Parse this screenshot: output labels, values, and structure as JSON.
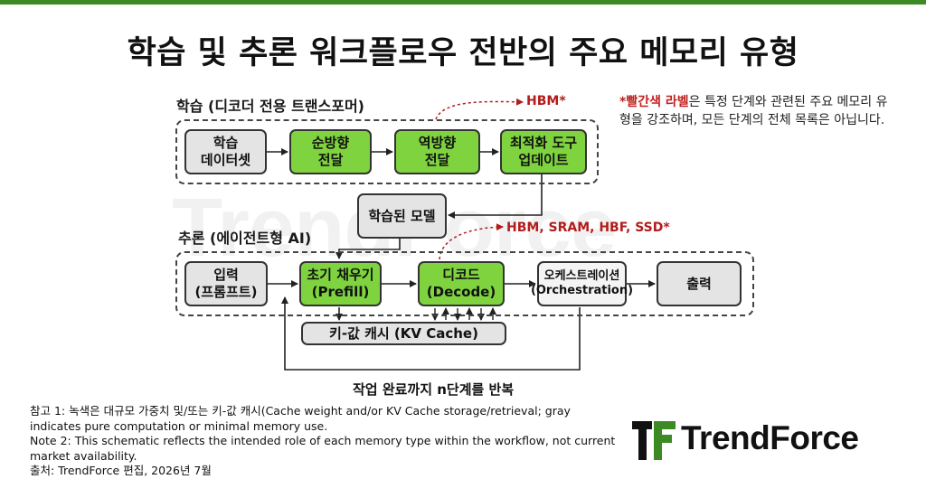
{
  "title": "학습 및 추론 워크플로우 전반의 주요 메모리 유형",
  "training": {
    "label": "학습 (디코더 전용 트랜스포머)",
    "memory_label": "HBM*",
    "boxes": [
      {
        "id": "train-data",
        "text": "학습\n데이터셋",
        "style": "gray"
      },
      {
        "id": "forward",
        "text": "순방향\n전달",
        "style": "green"
      },
      {
        "id": "backward",
        "text": "역방향\n전달",
        "style": "green"
      },
      {
        "id": "optimizer",
        "text": "최적화 도구\n업데이트",
        "style": "green"
      }
    ]
  },
  "trained_model": "학습된 모델",
  "inference": {
    "label": "추론 (에이전트형 AI)",
    "memory_label": "HBM, SRAM, HBF, SSD*",
    "boxes": [
      {
        "id": "input",
        "text": "입력\n(프롬프트)",
        "style": "gray"
      },
      {
        "id": "prefill",
        "text": "초기 채우기\n(Prefill)",
        "style": "green"
      },
      {
        "id": "decode",
        "text": "디코드\n(Decode)",
        "style": "green"
      },
      {
        "id": "orchestration",
        "text": "오케스트레이션\n(Orchestration)",
        "style": "white"
      },
      {
        "id": "output",
        "text": "출력",
        "style": "gray"
      }
    ],
    "kv_cache": "키-값 캐시 (KV Cache)",
    "loop_label": "작업 완료까지 n단계를 반복"
  },
  "legend_note": {
    "highlight": "*빨간색 라벨",
    "text": "은 특정 단계와 관련된 주요 메모리 유형을 강조하며, 모든 단계의 전체 목록은 아닙니다."
  },
  "footnotes": [
    "참고 1: 녹색은 대규모 가중치 및/또는 키-값 캐시(Cache weight and/or KV Cache storage/retrieval; gray indicates pure computation or minimal memory use.",
    "Note 2: This schematic reflects the intended role of each memory type within the workflow, not current market availability.",
    "출처: TrendForce 편집, 2026년 7월"
  ],
  "brand": "TrendForce",
  "watermark": "TrendForce",
  "colors": {
    "accent_green": "#7ed33f",
    "top_bar": "#3d8a24",
    "memory_red": "#b21c1c",
    "box_gray": "#e4e4e4"
  }
}
